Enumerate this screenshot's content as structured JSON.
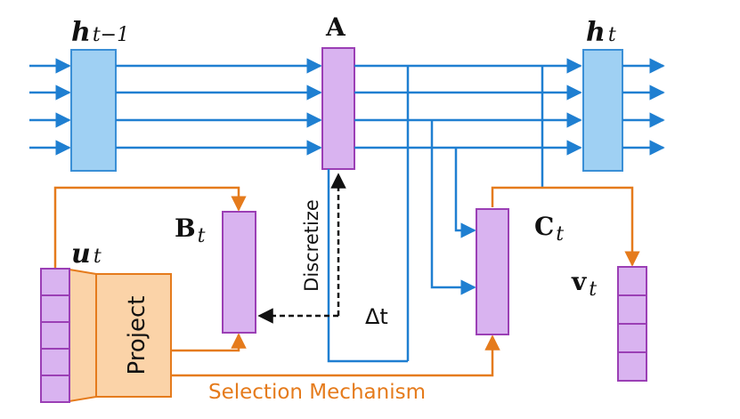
{
  "diagram": {
    "labels": {
      "h_prev": "h",
      "h_prev_sub": "t−1",
      "A": "A",
      "h_t": "h",
      "h_t_sub": "t",
      "B": "B",
      "B_sub": "t",
      "C": "C",
      "C_sub": "t",
      "u": "u",
      "u_sub": "t",
      "v": "v",
      "v_sub": "t",
      "project": "Project",
      "discretize": "Discretize",
      "delta": "Δt",
      "selection_mechanism": "Selection Mechanism"
    },
    "colors": {
      "blue_line": "#1f7fd1",
      "blue_box_fill": "#9fd0f3",
      "blue_box_stroke": "#3a8fd6",
      "purple_fill": "#d9b3f0",
      "purple_stroke": "#9b3fb5",
      "orange_line": "#e57b1c",
      "orange_fill": "#fbd3a8",
      "label_orange": "#e57b1c",
      "black": "#111111"
    }
  }
}
